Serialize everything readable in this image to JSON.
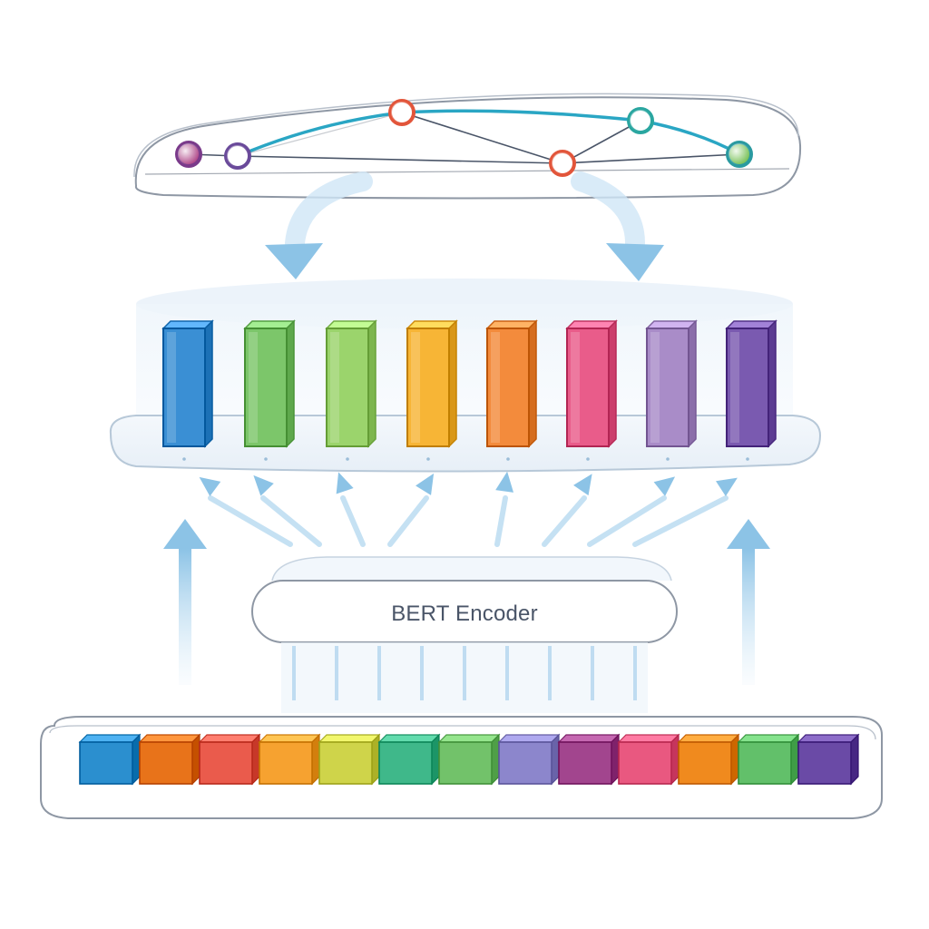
{
  "encoder": {
    "label": "BERT Encoder"
  },
  "palette": {
    "outline": "#9aa4b2",
    "arrow": "#8cc3e6",
    "arrow_light": "#cfe6f6",
    "graph_edge_accent": "#2aa6c4",
    "graph_edge": "#4a5568"
  },
  "graph": {
    "nodes": [
      {
        "id": "n1",
        "fill": "#b04a8a",
        "ring": "#7a3a8a"
      },
      {
        "id": "n2",
        "fill": "#ffffff",
        "ring": "#6a4a9a"
      },
      {
        "id": "n3",
        "fill": "#ffffff",
        "ring": "#e2553a"
      },
      {
        "id": "n4",
        "fill": "#ffffff",
        "ring": "#e2553a"
      },
      {
        "id": "n5",
        "fill": "#ffffff",
        "ring": "#2aa6a0"
      },
      {
        "id": "n6",
        "fill": "#7ac25a",
        "ring": "#2a9aa0"
      }
    ]
  },
  "embeddings": {
    "colors": [
      "#3a8fd4",
      "#7cc66a",
      "#9bd46c",
      "#f7b536",
      "#f38b3c",
      "#e95c8a",
      "#a98cc8",
      "#7a5ab0"
    ]
  },
  "tokens": {
    "colors": [
      "#2b8fcf",
      "#e8731a",
      "#ea5b4c",
      "#f6a230",
      "#cfd44a",
      "#3fb88a",
      "#72c26a",
      "#8c86cc",
      "#a2458e",
      "#e95880",
      "#f08a1e",
      "#62c06a",
      "#6a4aa6"
    ]
  }
}
